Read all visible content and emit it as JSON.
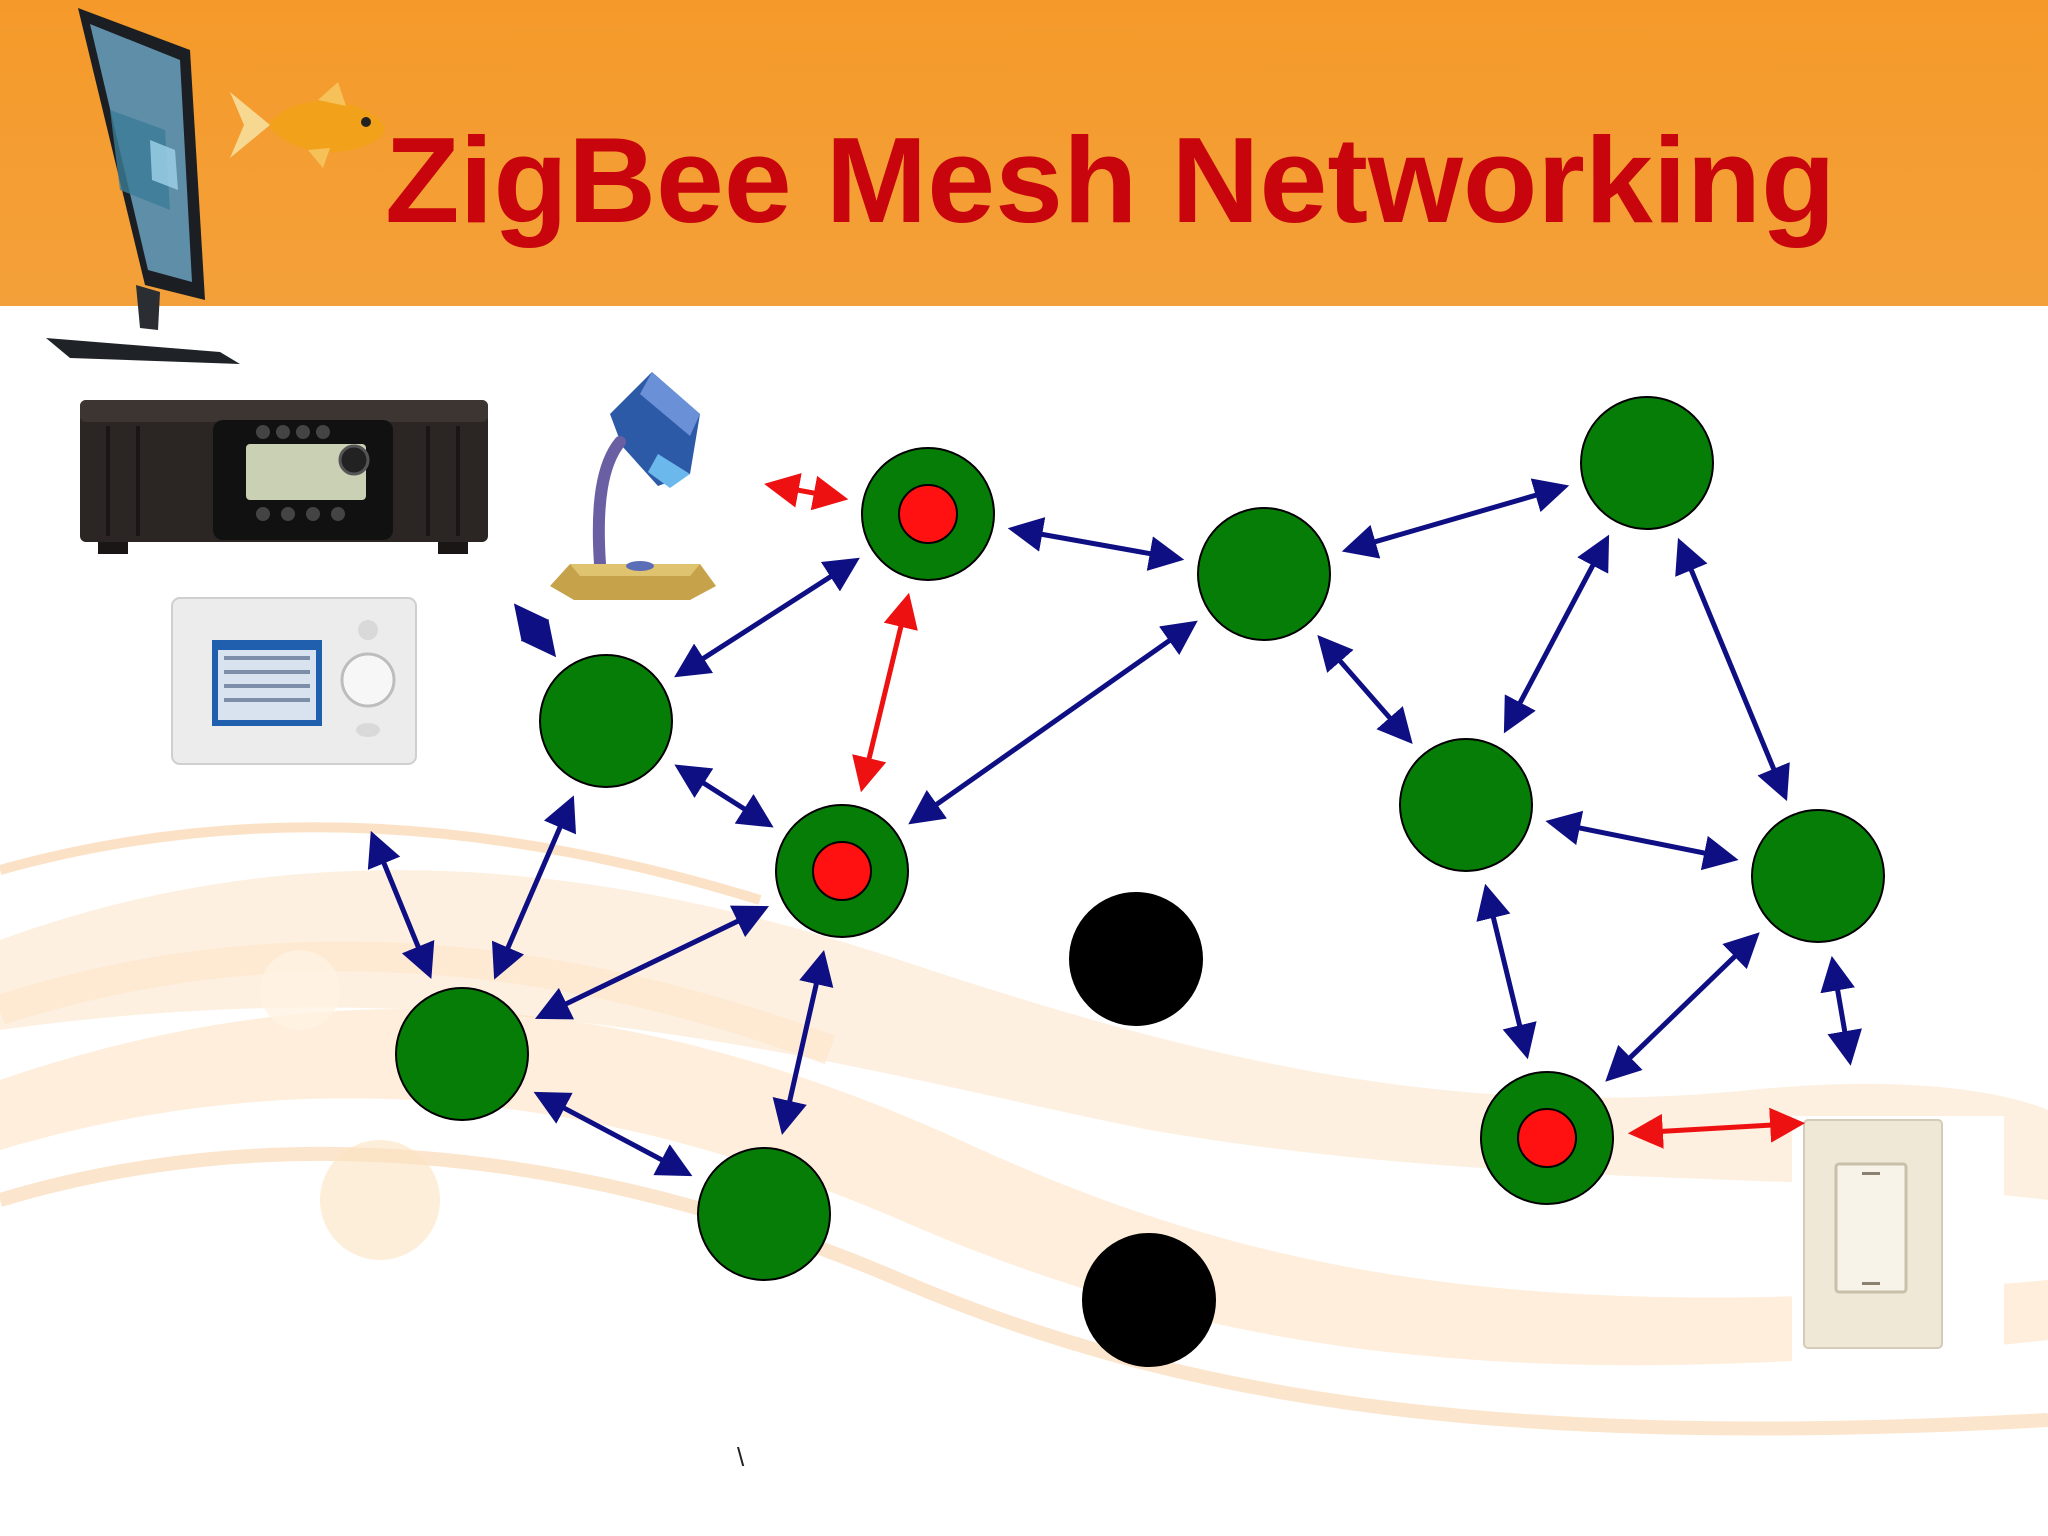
{
  "slide": {
    "title": "ZigBee Mesh Networking",
    "footer_mark": "\\"
  },
  "colors": {
    "header": "#f59a2a",
    "title": "#c8050c",
    "router_node": "#067d06",
    "end_device_dot": "#ff1111",
    "inactive_node": "#000000",
    "mesh_link": "#0f0f84",
    "device_link": "#ee1111"
  },
  "icons": [
    "monitor-icon",
    "goldfish-icon",
    "controller-box-icon",
    "desk-lamp-icon",
    "touch-panel-icon",
    "light-switch-icon"
  ],
  "diagram": {
    "nodes": [
      {
        "id": "n1",
        "type": "router-with-end-device"
      },
      {
        "id": "n2",
        "type": "router"
      },
      {
        "id": "n3",
        "type": "router"
      },
      {
        "id": "n4",
        "type": "router"
      },
      {
        "id": "n5",
        "type": "router-with-end-device"
      },
      {
        "id": "n6",
        "type": "inactive"
      },
      {
        "id": "n7",
        "type": "router"
      },
      {
        "id": "n8",
        "type": "router"
      },
      {
        "id": "n9",
        "type": "router"
      },
      {
        "id": "n10",
        "type": "router"
      },
      {
        "id": "n11",
        "type": "inactive"
      },
      {
        "id": "n12",
        "type": "router"
      },
      {
        "id": "n13",
        "type": "router"
      },
      {
        "id": "n14",
        "type": "router-with-end-device"
      }
    ],
    "links": [
      {
        "from": "lamp",
        "to": "n1",
        "kind": "device"
      },
      {
        "from": "n1",
        "to": "n2",
        "kind": "mesh"
      },
      {
        "from": "n2",
        "to": "n3",
        "kind": "mesh"
      },
      {
        "from": "controller-box",
        "to": "n4",
        "kind": "mesh"
      },
      {
        "from": "n1",
        "to": "n4",
        "kind": "mesh"
      },
      {
        "from": "n1",
        "to": "n5",
        "kind": "device"
      },
      {
        "from": "n4",
        "to": "n5",
        "kind": "mesh"
      },
      {
        "from": "n2",
        "to": "n5",
        "kind": "mesh"
      },
      {
        "from": "n2",
        "to": "n7",
        "kind": "mesh"
      },
      {
        "from": "n3",
        "to": "n7",
        "kind": "mesh"
      },
      {
        "from": "n3",
        "to": "n8",
        "kind": "mesh"
      },
      {
        "from": "n7",
        "to": "n8",
        "kind": "mesh"
      },
      {
        "from": "touch-panel",
        "to": "n10",
        "kind": "mesh"
      },
      {
        "from": "n4",
        "to": "n10",
        "kind": "mesh"
      },
      {
        "from": "n5",
        "to": "n10",
        "kind": "mesh"
      },
      {
        "from": "n5",
        "to": "n12",
        "kind": "mesh"
      },
      {
        "from": "n10",
        "to": "n12",
        "kind": "mesh"
      },
      {
        "from": "n7",
        "to": "n14",
        "kind": "mesh"
      },
      {
        "from": "n8",
        "to": "n14",
        "kind": "mesh"
      },
      {
        "from": "n8",
        "to": "light-switch",
        "kind": "mesh"
      },
      {
        "from": "n14",
        "to": "light-switch",
        "kind": "device"
      }
    ]
  }
}
